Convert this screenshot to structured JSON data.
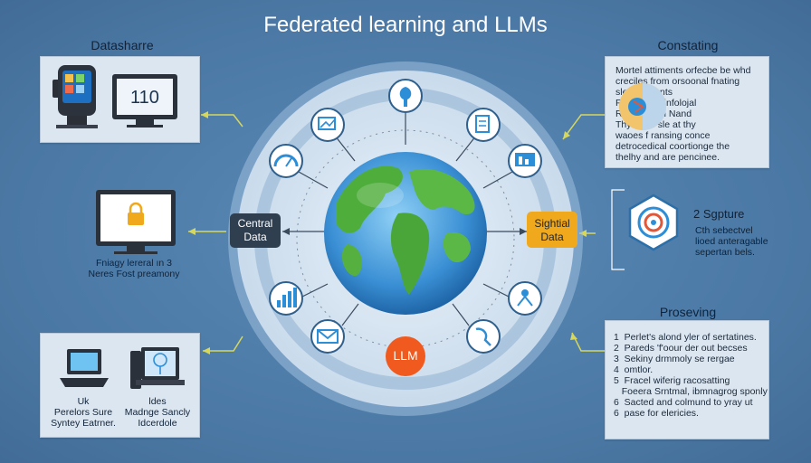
{
  "title": "Federated learning and LLMs",
  "labels": {
    "datashare": "Datasharre",
    "constating": "Constating",
    "proseving": "Proseving",
    "privacy_caption": "Fniagy lereral ın 3\nNeres Fost preamony"
  },
  "left_top_panel": {
    "screen_text": "110"
  },
  "left_bottom_panel": {
    "caption_left": "Uk\nPerelors Sure\nSyntey Eatrner.",
    "caption_right": "ldes\nMadnge Sancly\nIdcerdole"
  },
  "right_top_panel": {
    "text": "Mortel attiments orfecbe be whd\ncreciles from orsoonal fnating\nsleat silelents\nFoots rnte rinfolojal\nRama Fisch Nand\nThy teras sle at thy\nwaoes f ransing conce\ndetrocedical coortionge the\nthelhy and are pencinee."
  },
  "right_middle_panel": {
    "heading": "2 Sgpture",
    "text": "Cth sebectvel\nlioed anteragable\nsepertan bels."
  },
  "right_bottom_panel": {
    "items": [
      "1  Perlet's alond yler of sertatines.",
      "2  Pareds 'f'oour der out becses",
      "3  Sekiny drmmoly se rergae",
      "4  omtlor.",
      "5  Fracel wiferig racosatting",
      "   Foeera Srntmal, ibmnagrog sponly",
      "6  Sacted and colmund to yray ut",
      "6  pase for elericies."
    ]
  },
  "center": {
    "left_box": "Central\nData",
    "right_box": "Sightial\nData",
    "llm": "LLM"
  },
  "colors": {
    "background": "#4f7eab",
    "left_box": "#2f3f50",
    "right_box": "#f0a81c",
    "llm": "#f05a1e",
    "accent_line": "#e0d060"
  },
  "icons": [
    "tree-icon",
    "analytics-icon",
    "document-icon",
    "gauge-icon",
    "presentation-icon",
    "bar-chart-icon",
    "envelope-icon",
    "network-icon",
    "tools-icon"
  ]
}
